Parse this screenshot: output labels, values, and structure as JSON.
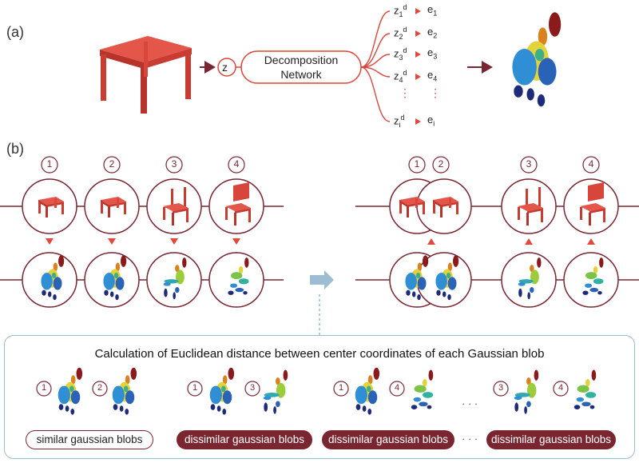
{
  "panel_labels": {
    "a": "(a)",
    "b": "(b)"
  },
  "part_a": {
    "latent_symbol": "z",
    "network_line1": "Decomposition",
    "network_line2": "Network",
    "z_labels": [
      "z",
      "z",
      "z",
      "z",
      "z"
    ],
    "z_subscripts": [
      "1",
      "2",
      "3",
      "4",
      "i"
    ],
    "z_superscript": "d",
    "e_labels": [
      "e",
      "e",
      "e",
      "e",
      "e"
    ],
    "e_subscripts": [
      "1",
      "2",
      "3",
      "4",
      "i"
    ],
    "ellipsis": "⋮"
  },
  "part_b": {
    "step_numbers": [
      "1",
      "2",
      "3",
      "4"
    ]
  },
  "comparison": {
    "title": "Calculation of Euclidean distance between center coordinates of each Gaussian blob",
    "pairs": [
      [
        "1",
        "2"
      ],
      [
        "1",
        "3"
      ],
      [
        "1",
        "4"
      ],
      [
        "3",
        "4"
      ]
    ],
    "labels": [
      "similar gaussian blobs",
      "dissimilar gaussian blobs",
      "dissimilar gaussian blobs",
      "dissimilar gaussian blobs"
    ],
    "ellipsis": "· · ·"
  },
  "colors": {
    "maroon": "#7a2631",
    "chair_red": "#d8453a",
    "arrow_red": "#e04a3d",
    "process_arrow": "#9cbdd2",
    "box_border": "#9bbccd"
  }
}
